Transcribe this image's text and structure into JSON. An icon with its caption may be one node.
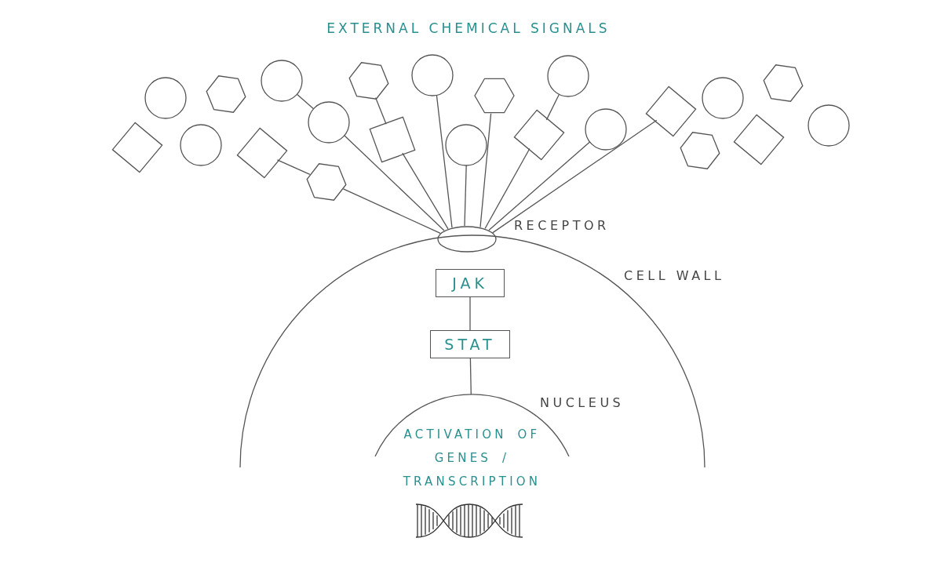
{
  "diagram": {
    "title": "EXTERNAL CHEMICAL SIGNALS",
    "nodes": [
      {
        "text": [],
        "shape": "diamond"
      },
      {
        "text": [],
        "shape": "circle"
      },
      {
        "text": [],
        "shape": "circle"
      },
      {
        "text": [],
        "shape": "hexagon"
      },
      {
        "text": [],
        "shape": "diamond"
      },
      {
        "text": [],
        "shape": "circle"
      },
      {
        "text": [],
        "shape": "hexagon"
      },
      {
        "text": [],
        "shape": "circle"
      },
      {
        "text": [],
        "shape": "hexagon"
      },
      {
        "text": [],
        "shape": "diamond"
      },
      {
        "text": [],
        "shape": "circle"
      },
      {
        "text": [],
        "shape": "circle"
      },
      {
        "text": [],
        "shape": "hexagon"
      },
      {
        "text": [],
        "shape": "diamond"
      },
      {
        "text": [],
        "shape": "circle"
      },
      {
        "text": [],
        "shape": "circle"
      },
      {
        "text": [],
        "shape": "diamond"
      },
      {
        "text": [],
        "shape": "hexagon"
      },
      {
        "text": [],
        "shape": "circle"
      },
      {
        "text": [],
        "shape": "diamond"
      },
      {
        "text": [],
        "shape": "hexagon"
      },
      {
        "text": [],
        "shape": "circle"
      },
      {
        "text": [],
        "shape": "ellipse",
        "beside": [
          "RECEPTOR"
        ]
      },
      {
        "text": [],
        "shape": "arc",
        "beside": [
          "CELL WALL"
        ]
      },
      {
        "text": [
          "JAK"
        ],
        "in": 23
      },
      {
        "text": [
          "STAT"
        ],
        "in": 23
      },
      {
        "text": [
          "ACTIVATION OF GENES / TRANSCRIPTION"
        ],
        "in": 23,
        "beside": [
          "NUCLEUS"
        ]
      }
    ],
    "edges": [
      {
        "from": 4,
        "to": 6,
        "arrow": "none"
      },
      {
        "from": 6,
        "to": 22,
        "arrow": "none"
      },
      {
        "from": 5,
        "to": 7,
        "arrow": "none"
      },
      {
        "from": 7,
        "to": 22,
        "arrow": "none"
      },
      {
        "from": 8,
        "to": 9,
        "arrow": "none"
      },
      {
        "from": 9,
        "to": 22,
        "arrow": "none"
      },
      {
        "from": 10,
        "to": 22,
        "arrow": "none"
      },
      {
        "from": 11,
        "to": 22,
        "arrow": "none"
      },
      {
        "from": 12,
        "to": 22,
        "arrow": "none"
      },
      {
        "from": 14,
        "to": 13,
        "arrow": "none"
      },
      {
        "from": 13,
        "to": 22,
        "arrow": "none"
      },
      {
        "from": 15,
        "to": 22,
        "arrow": "none"
      },
      {
        "from": 16,
        "to": 22,
        "arrow": "none"
      },
      {
        "from": 24,
        "to": 25,
        "arrow": "none"
      },
      {
        "from": 25,
        "to": 26,
        "arrow": "none"
      }
    ]
  }
}
